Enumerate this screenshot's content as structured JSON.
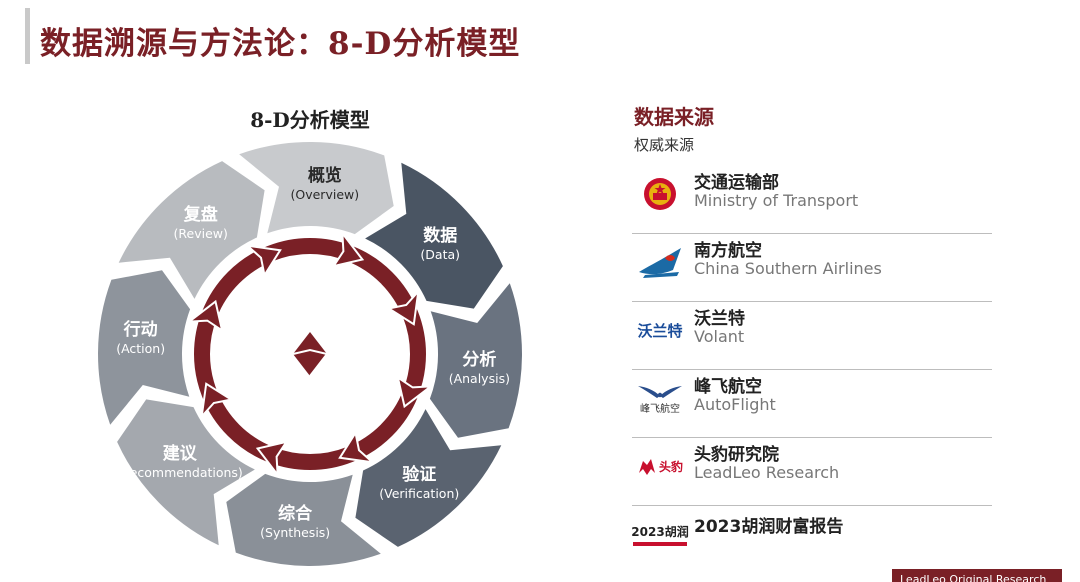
{
  "page": {
    "title": "数据溯源与方法论：8-D分析模型"
  },
  "diagram": {
    "title": "8-D分析模型",
    "center_icon": "diamond-logo-icon",
    "segments": [
      {
        "cn": "概览",
        "en": "(Overview)"
      },
      {
        "cn": "数据",
        "en": "(Data)"
      },
      {
        "cn": "分析",
        "en": "(Analysis)"
      },
      {
        "cn": "验证",
        "en": "(Verification)"
      },
      {
        "cn": "综合",
        "en": "(Synthesis)"
      },
      {
        "cn": "建议",
        "en": "(Recommendations)"
      },
      {
        "cn": "行动",
        "en": "(Action)"
      },
      {
        "cn": "复盘",
        "en": "(Review)"
      }
    ],
    "colors": {
      "segments": [
        "#c8cacd",
        "#4a5563",
        "#6a7380",
        "#5a6370",
        "#8a9098",
        "#a4a8ae",
        "#8e949c",
        "#b8bbbf"
      ],
      "ring": "#7a2026"
    }
  },
  "sources": {
    "title": "数据来源",
    "subtitle": "权威来源",
    "items": [
      {
        "name": "交通运输部",
        "en": "Ministry of Transport",
        "logo": "national-emblem-icon"
      },
      {
        "name": "南方航空",
        "en": "China Southern Airlines",
        "logo": "kapok-flower-logo-icon"
      },
      {
        "name": "沃兰特",
        "en": "Volant",
        "logo_text": "沃兰特"
      },
      {
        "name": "峰飞航空",
        "en": "AutoFlight",
        "logo_text": "峰飞航空"
      },
      {
        "name": "头豹研究院",
        "en": "LeadLeo Research",
        "logo_text": "头豹"
      },
      {
        "name": "2023胡润财富报告",
        "en": "",
        "logo_text": "2023胡润"
      }
    ]
  },
  "footer": {
    "tag": "LeadLeo Original Research"
  },
  "colors": {
    "accent": "#7a2026",
    "text": "#222222",
    "muted": "#777777"
  }
}
